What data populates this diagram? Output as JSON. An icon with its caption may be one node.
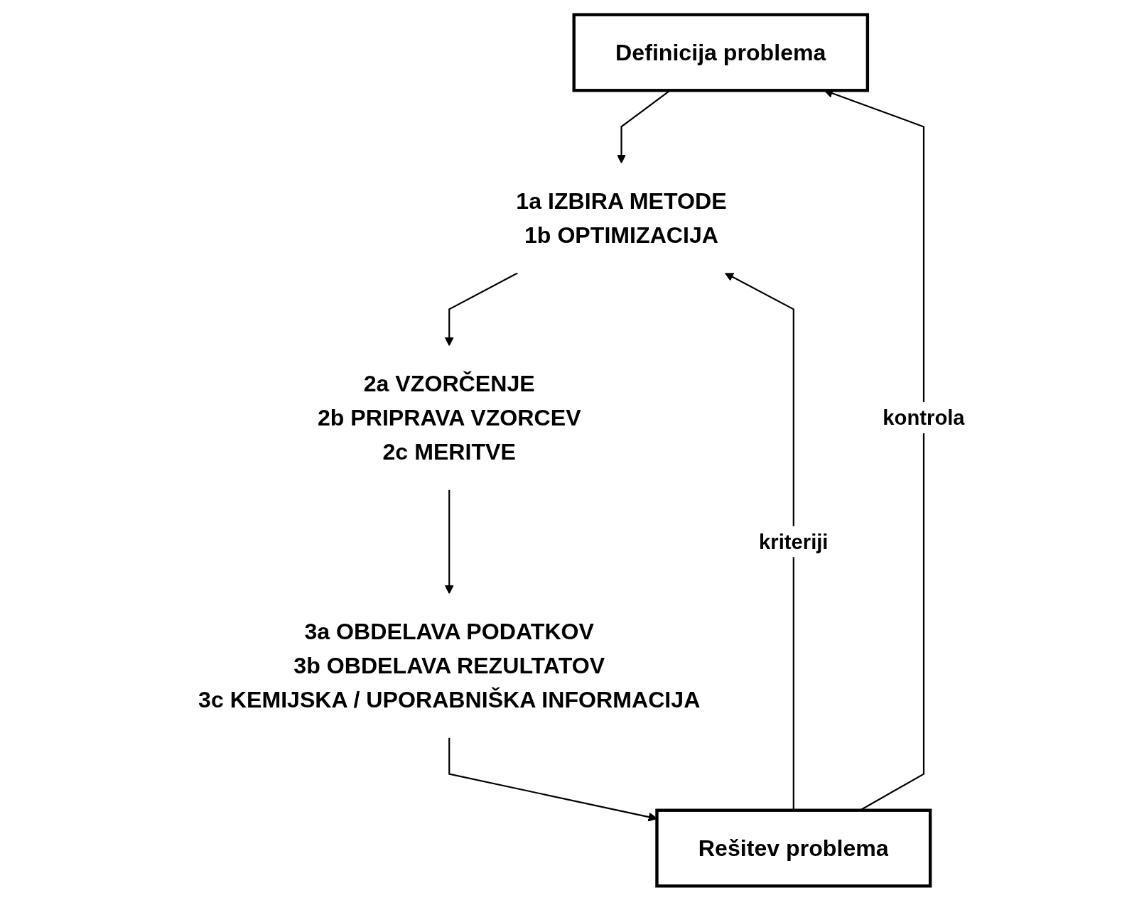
{
  "diagram": {
    "nodes": [
      {
        "text": [
          "Definicija problema"
        ]
      },
      {
        "text": [
          "1a IZBIRA METODE",
          "1b OPTIMIZACIJA"
        ]
      },
      {
        "text": [
          "2a VZORČENJE",
          "2b PRIPRAVA VZORCEV",
          "2c MERITVE"
        ]
      },
      {
        "text": [
          "3a OBDELAVA PODATKOV",
          "3b OBDELAVA REZULTATOV",
          "3c KEMIJSKA / UPORABNIŠKA INFORMACIJA"
        ]
      },
      {
        "text": [
          "Rešitev problema"
        ]
      }
    ],
    "edges": [
      {
        "from": 0,
        "to": 1,
        "arrow": "to"
      },
      {
        "from": 1,
        "to": 2,
        "arrow": "to"
      },
      {
        "from": 2,
        "to": 3,
        "arrow": "to"
      },
      {
        "from": 3,
        "to": 4,
        "arrow": "to"
      },
      {
        "from": 4,
        "to": 0,
        "arrow": "to",
        "label": "kontrola"
      },
      {
        "from": 4,
        "to": 1,
        "arrow": "to",
        "label": "kriteriji"
      }
    ]
  }
}
